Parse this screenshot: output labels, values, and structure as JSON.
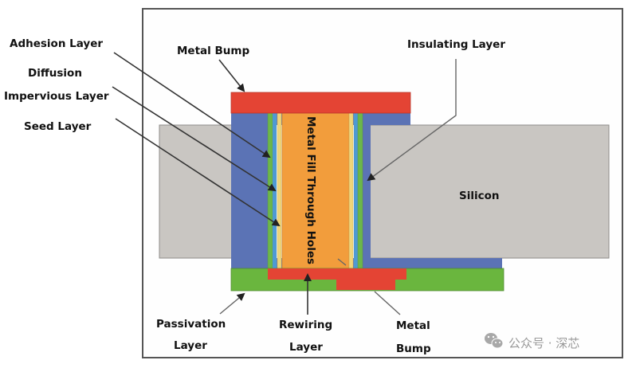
{
  "diagram": {
    "title": "Through-Silicon Via (TSV) cross-section",
    "labels": {
      "adhesion_layer": "Adhesion Layer",
      "diffusion_line1": "Diffusion",
      "diffusion_line2": "Impervious Layer",
      "seed_layer": "Seed Layer",
      "metal_bump_top": "Metal Bump",
      "insulating_layer": "Insulating Layer",
      "silicon": "Silicon",
      "metal_fill": "Metal Fill Through Holes",
      "passivation_line1": "Passivation",
      "passivation_line2": "Layer",
      "rewiring_line1": "Rewiring",
      "rewiring_line2": "Layer",
      "metal_bump_bottom_line1": "Metal",
      "metal_bump_bottom_line2": "Bump"
    },
    "colors": {
      "silicon": "#c9c6c2",
      "insulating": "#5b73b5",
      "metal_bump": "#e44434",
      "metal_fill": "#f29d3c",
      "adhesion": "#6cb74a",
      "diffusion": "#4e9ad3",
      "seed": "#f0d57a",
      "passivation": "#6ab63e"
    }
  },
  "watermark": {
    "icon": "wechat-icon",
    "text": "公众号 · 深芯"
  }
}
